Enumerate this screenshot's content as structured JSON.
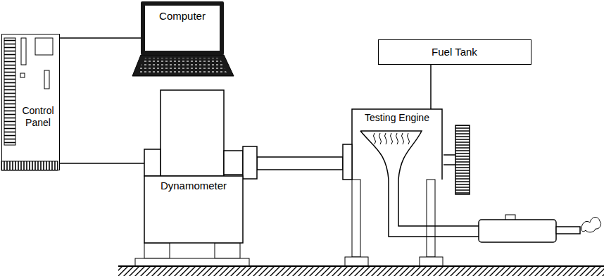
{
  "diagram": {
    "nodes": [
      {
        "text": [
          "Computer"
        ]
      },
      {
        "text": [
          "Fuel Tank"
        ]
      },
      {
        "text": [
          "Control Panel"
        ]
      },
      {
        "text": [
          "Testing Engine"
        ]
      },
      {
        "text": [
          "Dynamometer"
        ]
      }
    ],
    "edges": [
      {
        "from": 2,
        "to": 0,
        "arrow": "none"
      },
      {
        "from": 1,
        "to": 3,
        "arrow": "none"
      },
      {
        "from": 2,
        "to": 4,
        "arrow": "none"
      },
      {
        "from": 4,
        "to": 3,
        "arrow": "none"
      }
    ]
  }
}
